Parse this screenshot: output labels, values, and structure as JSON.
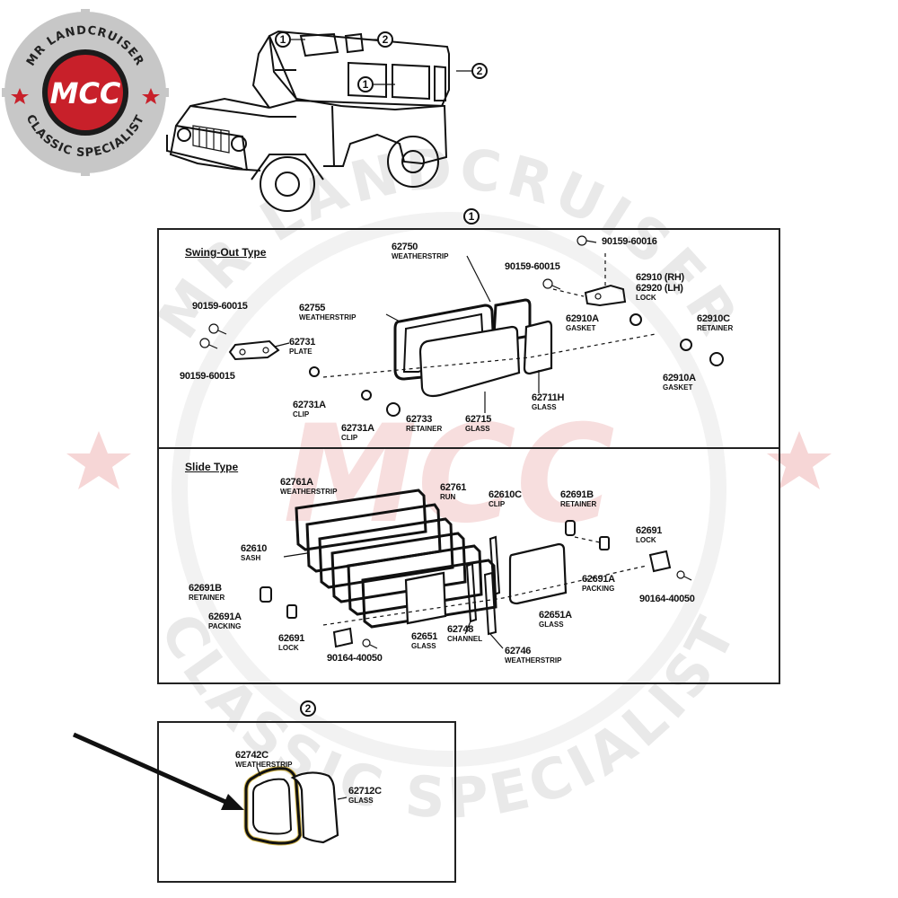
{
  "logo": {
    "top_text": "MR LANDCRUISER",
    "center_text": "MCC",
    "bottom_text": "CLASSIC SPECIALIST",
    "colors": {
      "ring": "#c7c7c7",
      "disc": "#1b1b1b",
      "badge": "#c8202a"
    }
  },
  "watermark": {
    "top_text": "MR LANDCRUISER",
    "center_text": "MCC",
    "bottom_text": "CLASSIC SPECIALIST"
  },
  "callouts": {
    "one": "1",
    "two": "2"
  },
  "section1": {
    "number": "1",
    "swing_title": "Swing-Out Type",
    "slide_title": "Slide Type"
  },
  "swing_parts": [
    {
      "id": "p62750",
      "number": "62750",
      "name": "WEATHERSTRIP"
    },
    {
      "id": "p62755",
      "number": "62755",
      "name": "WEATHERSTRIP"
    },
    {
      "id": "p90159a",
      "number": "90159-60016",
      "name": ""
    },
    {
      "id": "p90159b",
      "number": "90159-60015",
      "name": ""
    },
    {
      "id": "p90159c",
      "number": "90159-60015",
      "name": ""
    },
    {
      "id": "p90159d",
      "number": "90159-60015",
      "name": ""
    },
    {
      "id": "p62910",
      "number": "62910 (RH)",
      "name": ""
    },
    {
      "id": "p62920",
      "number": "62920 (LH)",
      "name": "LOCK"
    },
    {
      "id": "p62910da",
      "number": "62910A",
      "name": "GASKET"
    },
    {
      "id": "p62910c",
      "number": "62910C",
      "name": "RETAINER"
    },
    {
      "id": "p62910a",
      "number": "62910A",
      "name": "GASKET"
    },
    {
      "id": "p62731",
      "number": "62731",
      "name": "PLATE"
    },
    {
      "id": "p62731a1",
      "number": "62731A",
      "name": "CLIP"
    },
    {
      "id": "p62731a2",
      "number": "62731A",
      "name": "CLIP"
    },
    {
      "id": "p62733",
      "number": "62733",
      "name": "RETAINER"
    },
    {
      "id": "p62715",
      "number": "62715",
      "name": "GLASS"
    },
    {
      "id": "p62711h",
      "number": "62711H",
      "name": "GLASS"
    }
  ],
  "slide_parts": [
    {
      "id": "p62761a",
      "number": "62761A",
      "name": "WEATHERSTRIP"
    },
    {
      "id": "p62761",
      "number": "62761",
      "name": "RUN"
    },
    {
      "id": "p62610c",
      "number": "62610C",
      "name": "CLIP"
    },
    {
      "id": "p62691b1",
      "number": "62691B",
      "name": "RETAINER"
    },
    {
      "id": "p62691a",
      "number": "62691",
      "name": "LOCK"
    },
    {
      "id": "p62610",
      "number": "62610",
      "name": "SASH"
    },
    {
      "id": "p62691a1",
      "number": "62691A",
      "name": "PACKING"
    },
    {
      "id": "p90164a",
      "number": "90164-40050",
      "name": ""
    },
    {
      "id": "p62651a",
      "number": "62651A",
      "name": "GLASS"
    },
    {
      "id": "p62691b2",
      "number": "62691B",
      "name": "RETAINER"
    },
    {
      "id": "p62691a2",
      "number": "62691A",
      "name": "PACKING"
    },
    {
      "id": "p62691b",
      "number": "62691",
      "name": "LOCK"
    },
    {
      "id": "p90164b",
      "number": "90164-40050",
      "name": ""
    },
    {
      "id": "p62651",
      "number": "62651",
      "name": "GLASS"
    },
    {
      "id": "p62748",
      "number": "62748",
      "name": "CHANNEL"
    },
    {
      "id": "p62746",
      "number": "62746",
      "name": "WEATHERSTRIP"
    }
  ],
  "section2": {
    "number": "2",
    "parts": [
      {
        "id": "p62742c",
        "number": "62742C",
        "name": "WEATHERSTRIP"
      },
      {
        "id": "p62712c",
        "number": "62712C",
        "name": "GLASS"
      }
    ]
  }
}
